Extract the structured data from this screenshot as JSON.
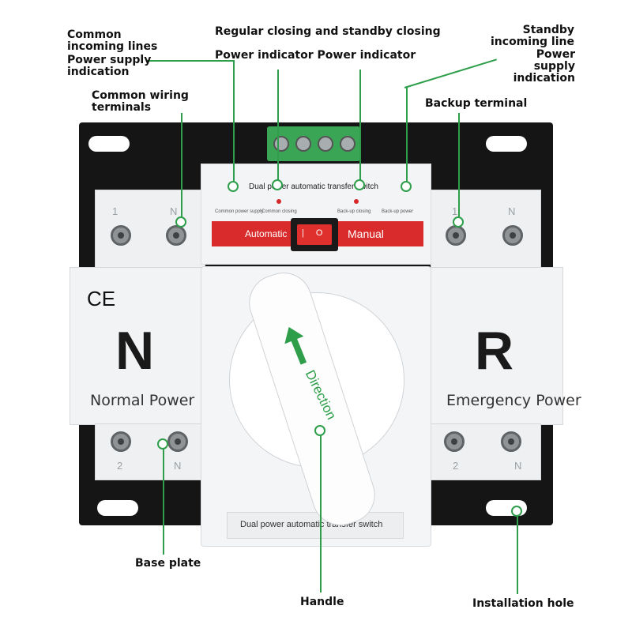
{
  "callouts": {
    "common_incoming_lines": "Common incoming lines",
    "power_supply_indication_left": "Power supply indication",
    "common_wiring_terminals": "Common wiring terminals",
    "regular_closing_standby_closing": "Regular closing and standby closing",
    "power_indicator_pair": "Power indicator Power indicator",
    "standby_incoming_line": "Standby incoming line",
    "power_supply_indication_right": "Power supply indication",
    "backup_terminal": "Backup terminal",
    "base_plate": "Base plate",
    "handle": "Handle",
    "installation_hole": "Installation hole"
  },
  "device": {
    "top_panel_title": "Dual power automatic transfer switch",
    "led_labels": [
      "Common power supply",
      "Common closing",
      "Back-up closing",
      "Back-up power"
    ],
    "mode_automatic": "Automatic",
    "mode_manual": "Manual",
    "toggle_text": "| O",
    "ce_mark": "CE",
    "left_letter": "N",
    "left_caption": "Normal Power",
    "right_letter": "R",
    "right_caption": "Emergency Power",
    "handle_text": "Direction",
    "bottom_title": "Dual power automatic transfer switch",
    "terminal_top_left": [
      "1",
      "N"
    ],
    "terminal_top_right": [
      "1",
      "N"
    ],
    "terminal_bottom_left": [
      "2",
      "N"
    ],
    "terminal_bottom_right": [
      "2",
      "N"
    ]
  },
  "colors": {
    "leader_green": "#2e9e4a",
    "base_plate": "#151515",
    "mode_bar_red": "#d92b2b",
    "handle_arrow_green": "#2e9e4a"
  }
}
